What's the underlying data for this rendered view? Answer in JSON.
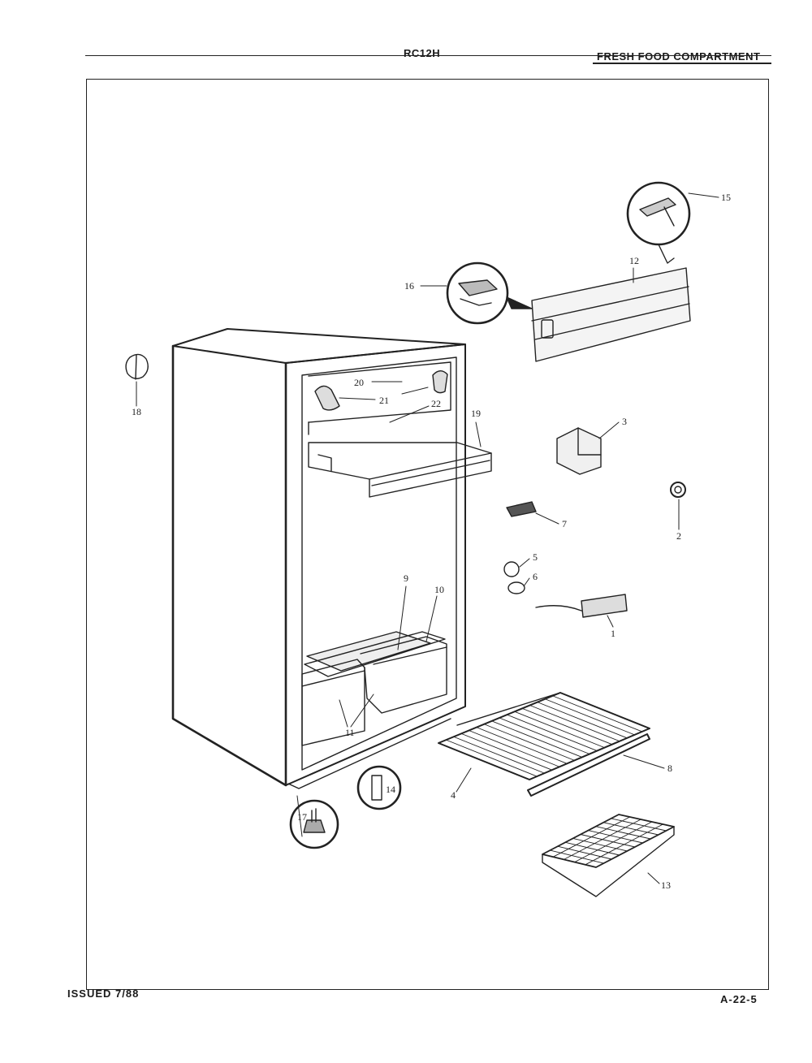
{
  "header": {
    "model": "RC12H",
    "section": "FRESH FOOD COMPARTMENT"
  },
  "footer": {
    "issued": "ISSUED 7/88",
    "page": "A-22-5"
  },
  "callouts": [
    "1",
    "2",
    "3",
    "4",
    "5",
    "6",
    "7",
    "8",
    "9",
    "10",
    "11",
    "12",
    "13",
    "14",
    "15",
    "16",
    "17",
    "18",
    "19",
    "20",
    "21",
    "22"
  ],
  "parts": {
    "cabinet": "refrigerator-cabinet",
    "shelf_rack": "wire-shelf",
    "ice_tray": "ice-cube-tray",
    "door_panel": "freezer-door"
  }
}
